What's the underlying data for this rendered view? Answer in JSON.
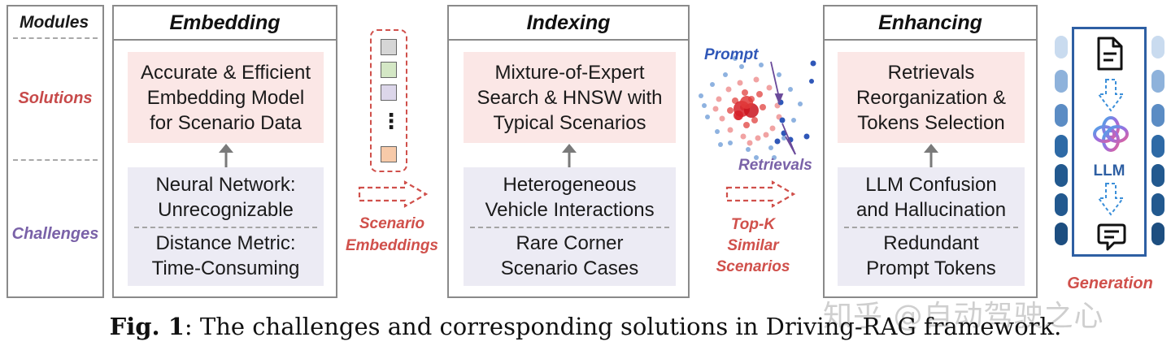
{
  "modules": {
    "header": "Modules",
    "solutions_label": "Solutions",
    "challenges_label": "Challenges"
  },
  "colors": {
    "solutions_text": "#c74a4a",
    "challenges_text": "#7a62a8",
    "accent_red": "#d0504b",
    "accent_purple": "#7a62a8",
    "solution_bg": "#fbe7e6",
    "challenge_bg": "#ecebf4",
    "llm_blue": "#2e5fa3"
  },
  "embedding": {
    "title": "Embedding",
    "solution": "Accurate & Efficient\nEmbedding Model\nfor Scenario Data",
    "challenge_1": "Neural Network:\nUnrecognizable",
    "challenge_2": "Distance Metric:\nTime-Consuming"
  },
  "scenario_embeddings": {
    "label": "Scenario\nEmbeddings",
    "ellipsis": "⋮"
  },
  "indexing": {
    "title": "Indexing",
    "solution": "Mixture-of-Expert\nSearch & HNSW with\nTypical Scenarios",
    "challenge_1": "Heterogeneous\nVehicle Interactions",
    "challenge_2": "Rare Corner\nScenario Cases"
  },
  "retrieval": {
    "prompt_label": "Prompt",
    "retrievals_label": "Retrievals",
    "topk_label": "Top-K\nSimilar\nScenarios"
  },
  "enhancing": {
    "title": "Enhancing",
    "solution": "Retrievals\nReorganization &\nTokens Selection",
    "challenge_1": "LLM Confusion\nand Hallucination",
    "challenge_2": "Redundant\nPrompt Tokens"
  },
  "generation": {
    "llm_label": "LLM",
    "label": "Generation"
  },
  "caption": {
    "fig_label": "Fig. 1",
    "text": ": The challenges and corresponding solutions in Driving-RAG framework."
  },
  "watermark": "知乎 @自动驾驶之心"
}
